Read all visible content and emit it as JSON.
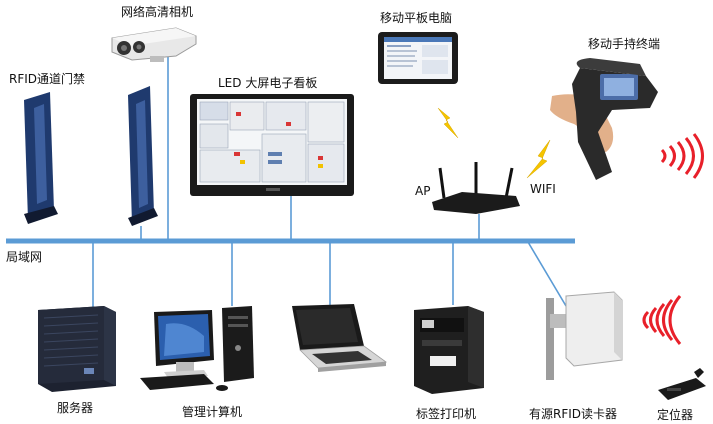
{
  "network_label": "局域网",
  "devices": {
    "rfid_gate": "RFID通道门禁",
    "hd_camera": "网络高清相机",
    "led_board": "LED 大屏电子看板",
    "tablet": "移动平板电脑",
    "handheld": "移动手持终端",
    "ap": "AP",
    "wifi": "WIFI",
    "server": "服务器",
    "mgmt_pc": "管理计算机",
    "label_printer": "标签打印机",
    "rfid_reader": "有源RFID读卡器",
    "locator": "定位器"
  },
  "colors": {
    "bus": "#5b9bd5",
    "link": "#5b9bd5",
    "wave": "#e8202a",
    "lightning": "#f5c400"
  },
  "icons": [
    "rfid-gate-icon",
    "camera-icon",
    "led-board-icon",
    "tablet-icon",
    "handheld-scanner-icon",
    "router-icon",
    "server-icon",
    "desktop-pc-icon",
    "laptop-icon",
    "label-printer-icon",
    "rfid-reader-icon",
    "locator-icon",
    "lightning-icon",
    "rfid-wave-icon"
  ]
}
